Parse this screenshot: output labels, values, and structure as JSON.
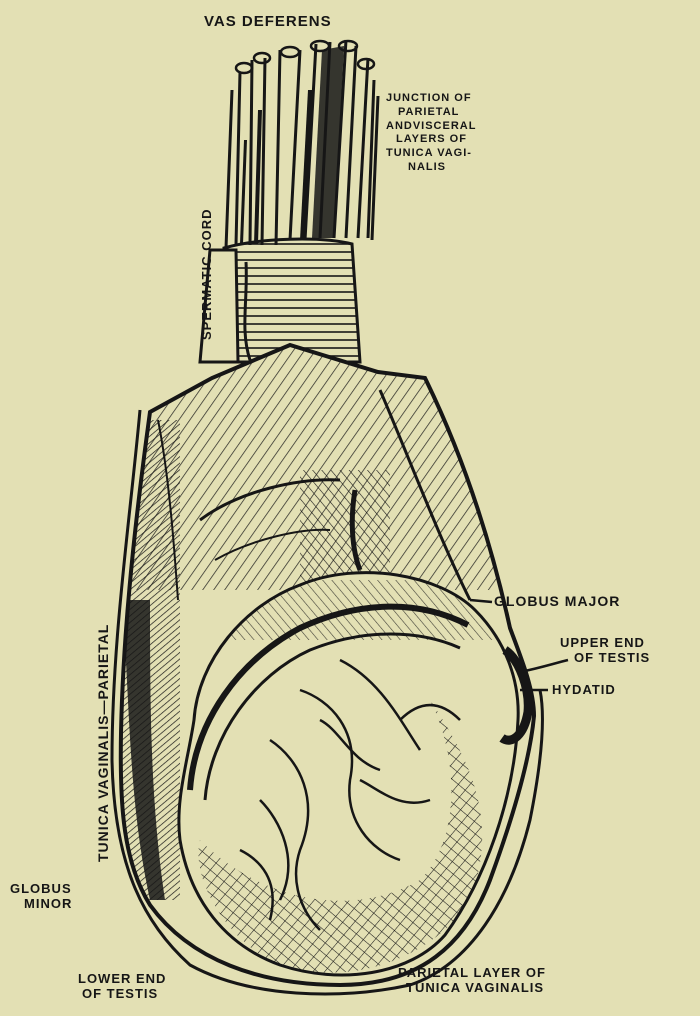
{
  "figure": {
    "background": "#e3e0b4",
    "ink": "#161616"
  },
  "labels": {
    "vas_deferens": "VAS DEFERENS",
    "junction": [
      "JUNCTION OF",
      "PARIETAL",
      "ANDVISCERAL",
      "LAYERS OF",
      "TUNICA VAGI-",
      "NALIS"
    ],
    "spermatic_cord": "SPERMATIC CORD",
    "tunica_vaginalis_parietal": "TUNICA VAGINALIS—PARIETAL",
    "globus_major": "GLOBUS MAJOR",
    "upper_end": [
      "UPPER END",
      "OF TESTIS"
    ],
    "hydatid": "HYDATID",
    "globus_minor": [
      "GLOBUS",
      "MINOR"
    ],
    "lower_end": [
      "LOWER END",
      "OF TESTIS"
    ],
    "parietal_layer": [
      "PARIETAL LAYER OF",
      "TUNICA VAGINALIS"
    ]
  }
}
